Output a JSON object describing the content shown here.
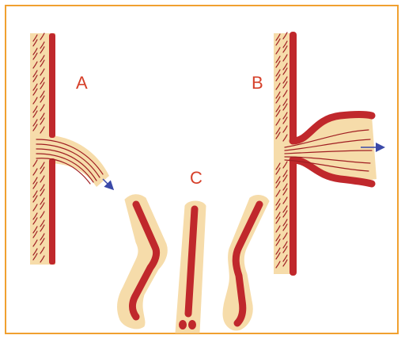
{
  "labels": {
    "a": "A",
    "b": "B",
    "c": "C"
  },
  "colors": {
    "frame": "#f0a030",
    "tissue": "#f6dcaa",
    "vessel": "#c0282c",
    "fiber": "#a01e22",
    "arrow": "#3a49a8",
    "label": "#d6402a",
    "background": "#ffffff"
  }
}
